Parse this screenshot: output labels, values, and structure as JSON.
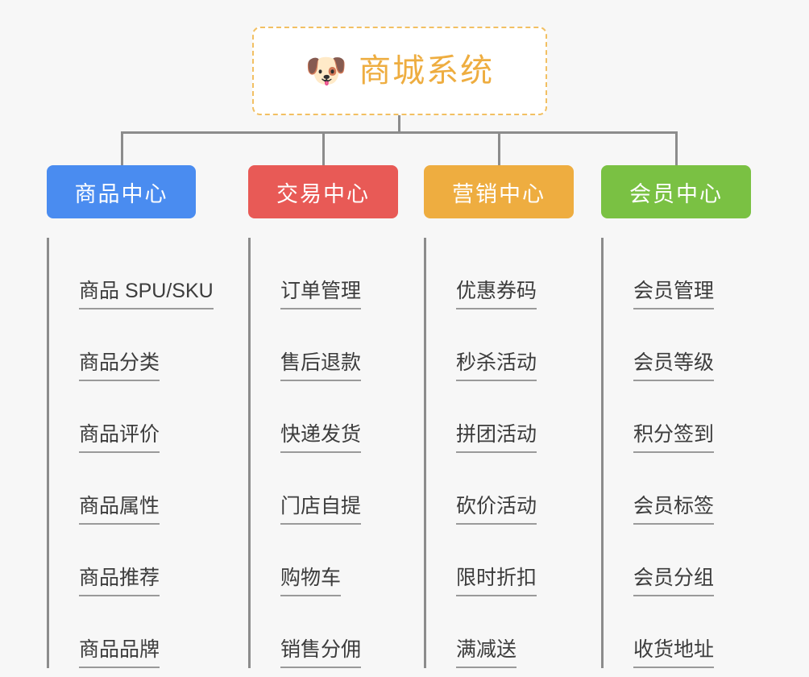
{
  "page": {
    "background_color": "#f7f7f7",
    "type": "mindmap"
  },
  "root": {
    "icon": "shiba-dog-emoji",
    "emoji": "🐶",
    "title": "商城系统",
    "text_color": "#eead40",
    "border_color": "#f2c063",
    "background_color": "#ffffff"
  },
  "categories": [
    {
      "label": "商品中心",
      "color": "#4a8cf0",
      "items": [
        "商品 SPU/SKU",
        "商品分类",
        "商品评价",
        "商品属性",
        "商品推荐",
        "商品品牌"
      ]
    },
    {
      "label": "交易中心",
      "color": "#e85a56",
      "items": [
        "订单管理",
        "售后退款",
        "快递发货",
        "门店自提",
        "购物车",
        "销售分佣"
      ]
    },
    {
      "label": "营销中心",
      "color": "#eead40",
      "items": [
        "优惠券码",
        "秒杀活动",
        "拼团活动",
        "砍价活动",
        "限时折扣",
        "满减送"
      ]
    },
    {
      "label": "会员中心",
      "color": "#7ac143",
      "items": [
        "会员管理",
        "会员等级",
        "积分签到",
        "会员标签",
        "会员分组",
        "收货地址"
      ]
    }
  ],
  "connector": {
    "color": "#8c8c8c",
    "leaf_rule_color": "#9a9a9a"
  }
}
